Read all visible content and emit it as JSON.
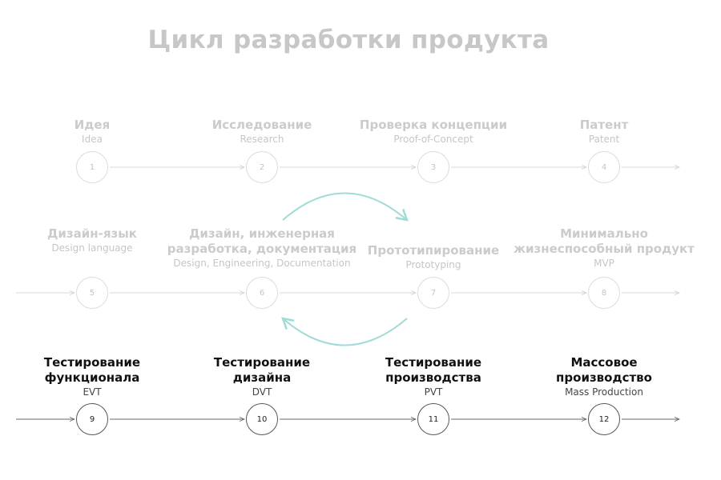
{
  "title": "Цикл разработки продукта",
  "colors": {
    "title": "#c7c7c7",
    "muted_text": "#cbcbcb",
    "muted_line": "#dadada",
    "active_text": "#111111",
    "active_line": "#6a6a6a",
    "loop_arrow": "#9fdcd6"
  },
  "steps": [
    {
      "num": "1",
      "ru": "Идея",
      "en": "Idea",
      "state": "muted"
    },
    {
      "num": "2",
      "ru": "Исследование",
      "en": "Research",
      "state": "muted"
    },
    {
      "num": "3",
      "ru": "Проверка концепции",
      "en": "Proof-of-Concept",
      "state": "muted"
    },
    {
      "num": "4",
      "ru": "Патент",
      "en": "Patent",
      "state": "muted"
    },
    {
      "num": "5",
      "ru": "Дизайн-язык",
      "en": "Design language",
      "state": "muted"
    },
    {
      "num": "6",
      "ru": "Дизайн, инженерная\nразработка, документация",
      "en": "Design, Engineering, Documentation",
      "state": "muted"
    },
    {
      "num": "7",
      "ru": "Прототипирование",
      "en": "Prototyping",
      "state": "muted"
    },
    {
      "num": "8",
      "ru": "Минимально\nжизнеспособный продукт",
      "en": "MVP",
      "state": "muted"
    },
    {
      "num": "9",
      "ru": "Тестирование\nфункционала",
      "en": "EVT",
      "state": "active"
    },
    {
      "num": "10",
      "ru": "Тестирование\nдизайна",
      "en": "DVT",
      "state": "active"
    },
    {
      "num": "11",
      "ru": "Тестирование\nпроизводства",
      "en": "PVT",
      "state": "active"
    },
    {
      "num": "12",
      "ru": "Массовое\nпроизводство",
      "en": "Mass Production",
      "state": "active"
    }
  ]
}
